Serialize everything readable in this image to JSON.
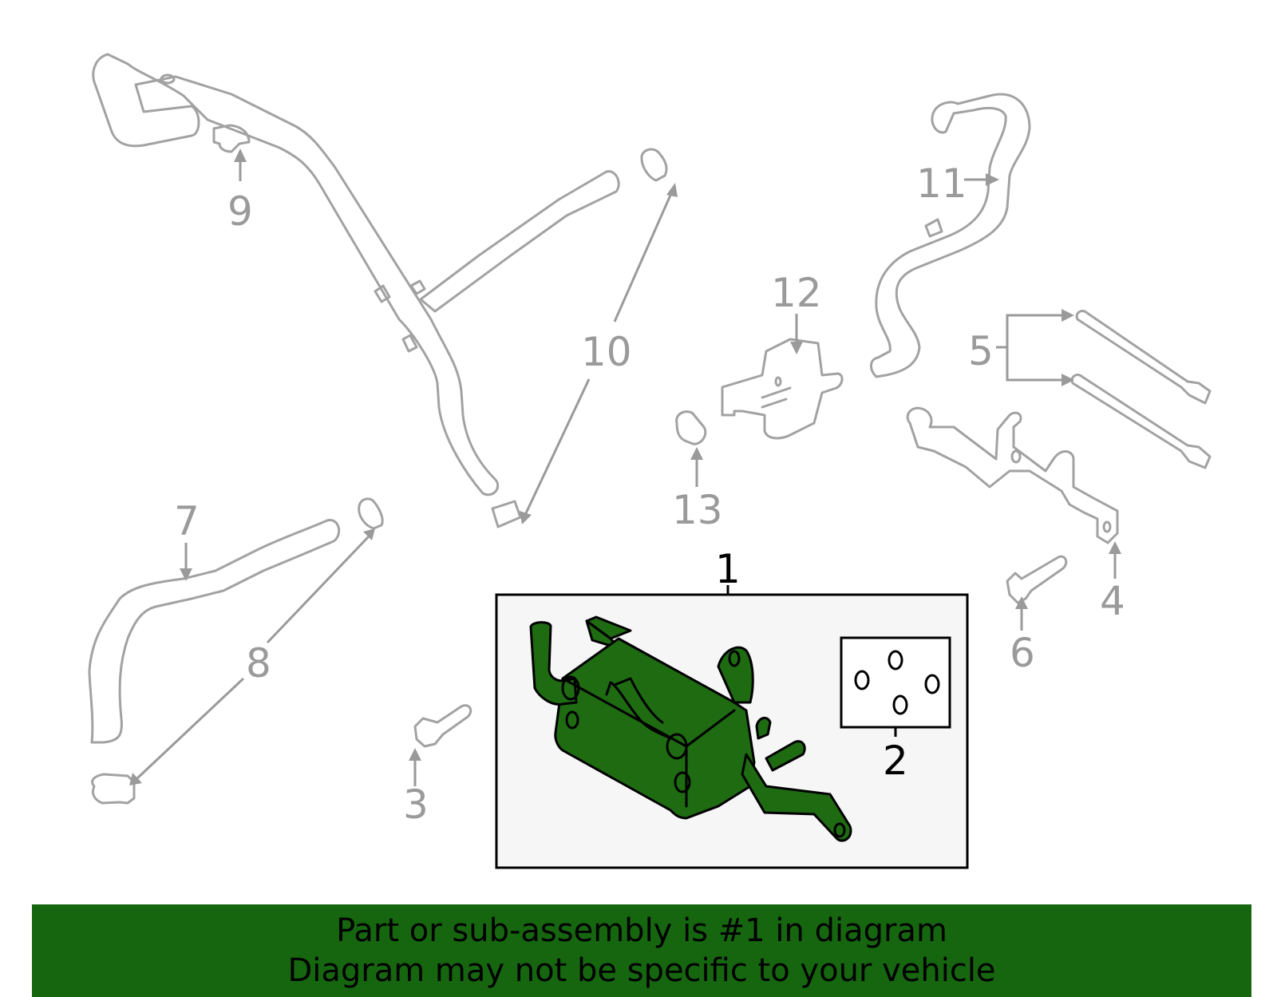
{
  "callouts": {
    "c1": "1",
    "c2": "2",
    "c3": "3",
    "c4": "4",
    "c5": "5",
    "c6": "6",
    "c7": "7",
    "c8": "8",
    "c9": "9",
    "c10": "10",
    "c11": "11",
    "c12": "12",
    "c13": "13"
  },
  "footer": {
    "line1": "Part or sub-assembly is #1 in diagram",
    "line2": "Diagram may not be specific to your vehicle"
  },
  "colors": {
    "highlight": "#1e6b12",
    "banner": "#166610",
    "part_outline": "#a2a2a2"
  }
}
